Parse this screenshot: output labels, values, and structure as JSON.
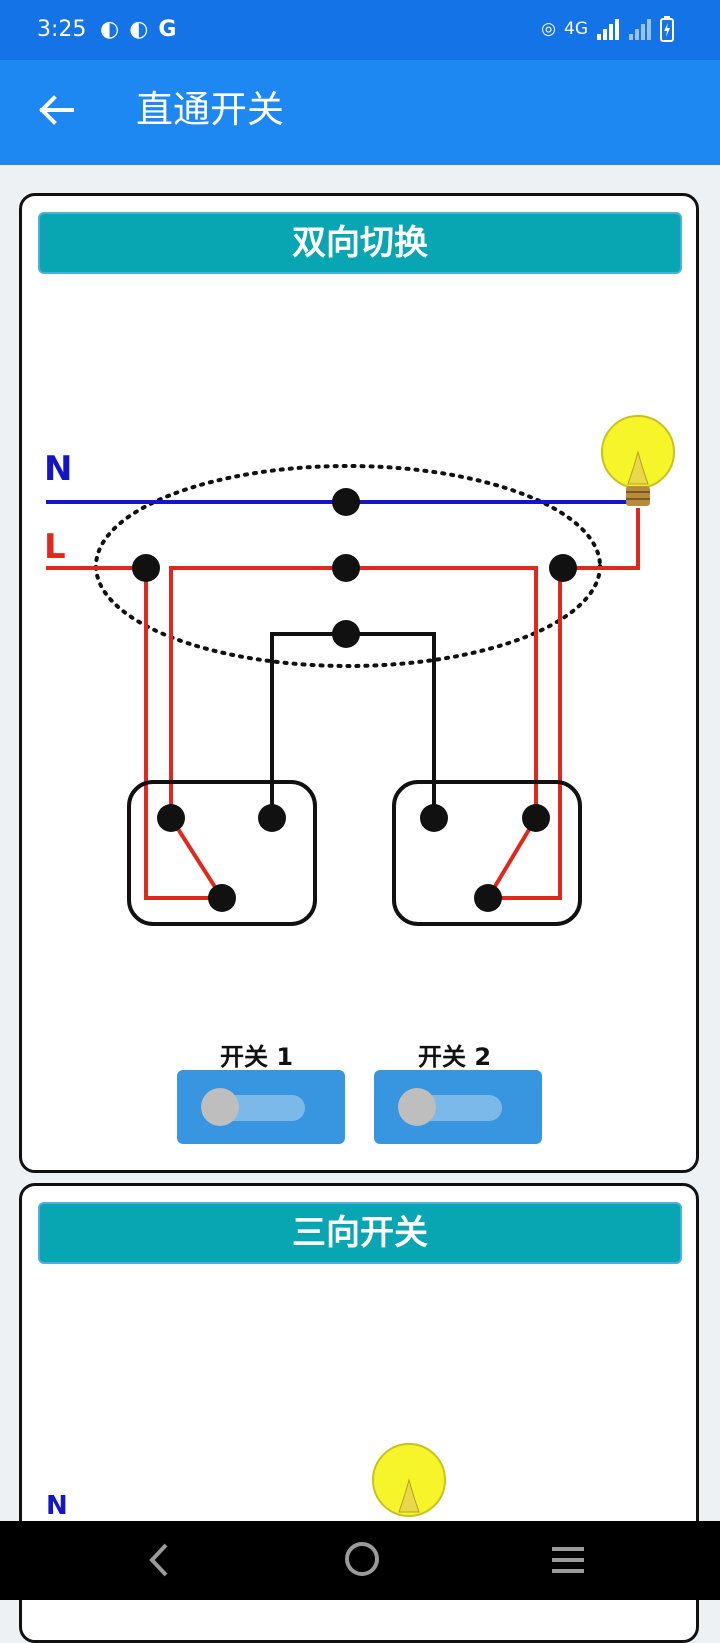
{
  "status_bar": {
    "time": "3:25",
    "left_icons": [
      "photo-icon",
      "photo-icon",
      "google-icon"
    ],
    "network": "4G"
  },
  "app_bar": {
    "title": "直通开关"
  },
  "cards": [
    {
      "header": "双向切换",
      "line_n": "N",
      "line_l": "L",
      "switches": [
        {
          "label": "开关 1",
          "on": false
        },
        {
          "label": "开关 2",
          "on": false
        }
      ]
    },
    {
      "header": "三向开关",
      "line_n": "N"
    }
  ],
  "colors": {
    "status_bar": "#1473E6",
    "app_bar": "#1E88F2",
    "card_header": "#08A5B2",
    "neutral_wire": "#1515C8",
    "live_wire": "#E0281C",
    "switch_bg": "#3796DF"
  }
}
